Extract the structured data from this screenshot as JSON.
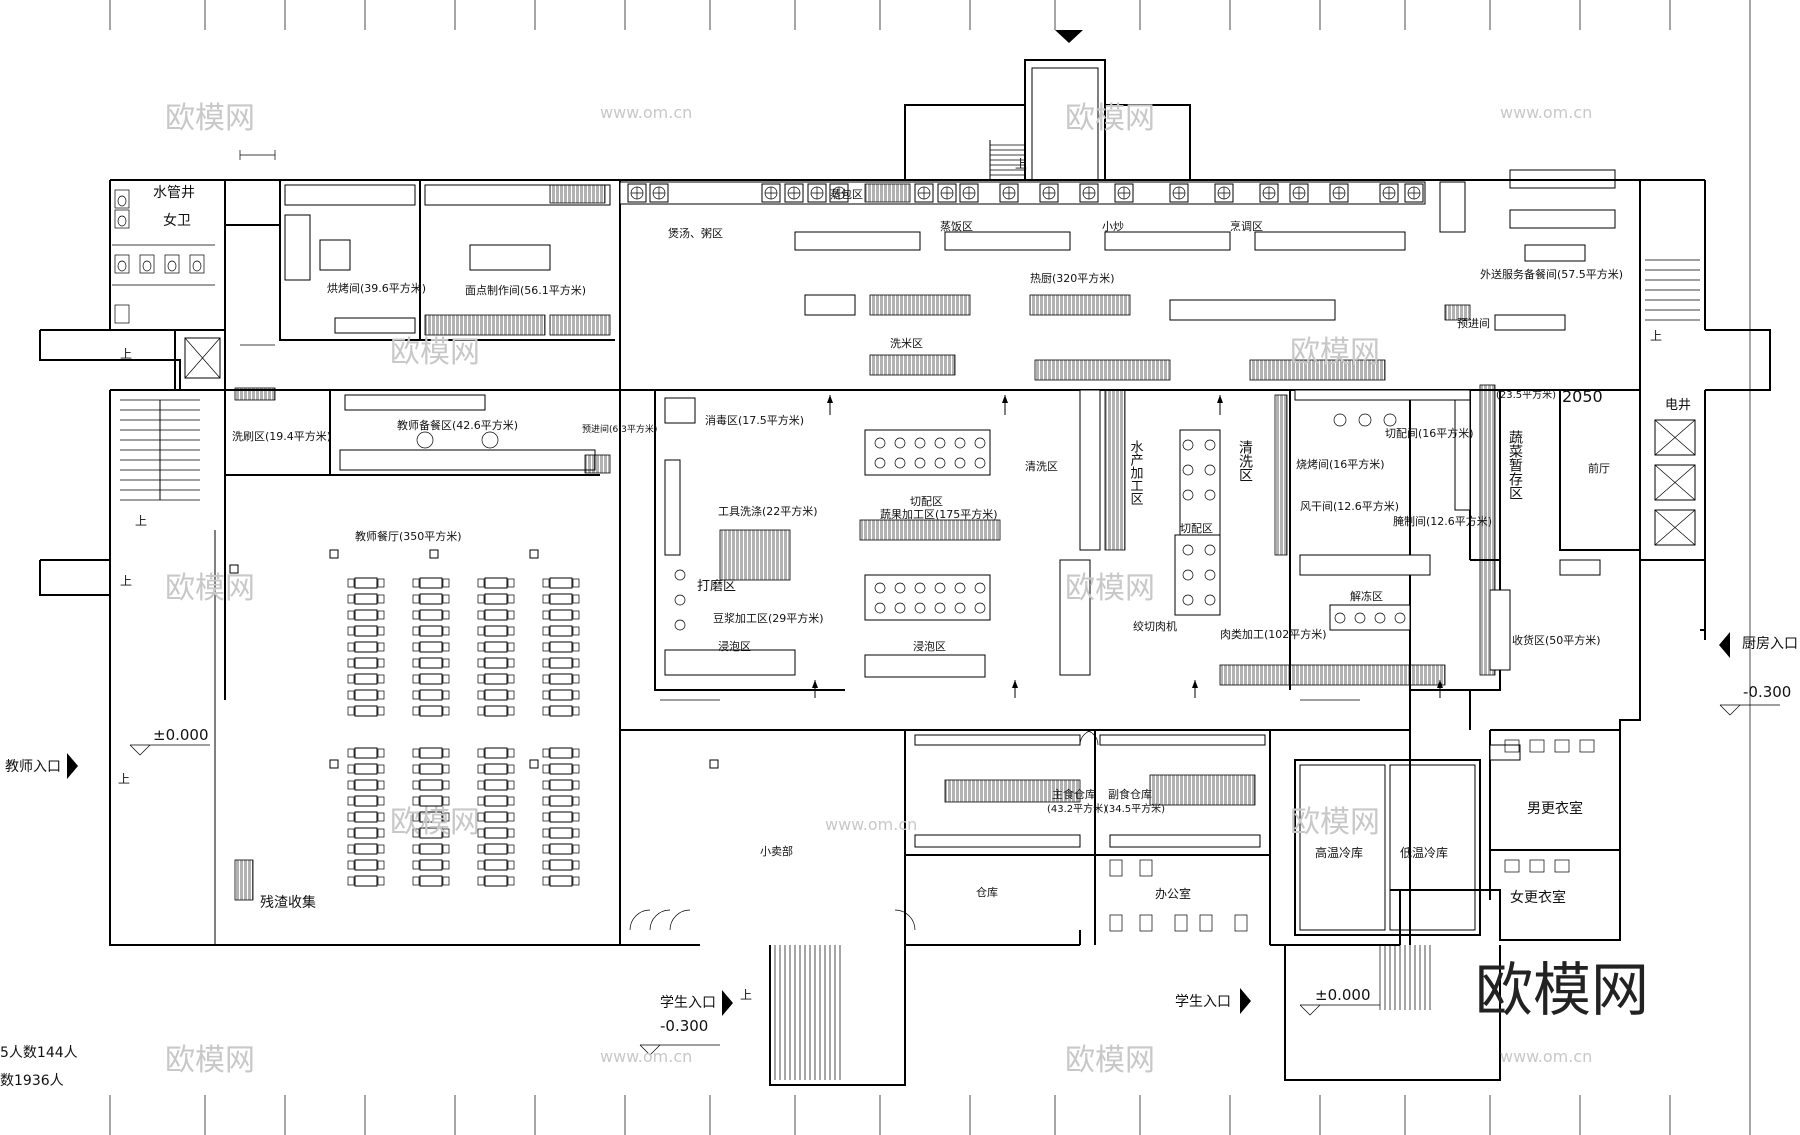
{
  "rooms": {
    "water_well": "水管井",
    "female_wc": "女卫",
    "bakery": "烘烤间(39.6平方米)",
    "pastry": "面点制作间(56.1平方米)",
    "soup_congee": "煲汤、粥区",
    "steam_bun": "蒸包区",
    "steam_rice": "蒸饭区",
    "stir_fry": "小炒",
    "cook_zone": "烹调区",
    "hot_kitchen": "热厨(320平方米)",
    "takeaway_prep": "外送服务备餐间(57.5平方米)",
    "prep_room_small": "预进间",
    "scrub_zone": "洗刷区(19.4平方米)",
    "teacher_prep": "教师备餐区(42.6平方米)",
    "pre_enter": "预进间(6.3平方米)",
    "disinfect": "消毒区(17.5平方米)",
    "tool_wash": "工具洗涤(22平方米)",
    "grind": "打磨区",
    "soy_process": "豆浆加工区(29平方米)",
    "soak_left": "浸泡区",
    "rice_wash": "洗米区",
    "cut_zone": "切配区",
    "veg_fruit": "蔬果加工区(175平方米)",
    "soak_mid": "浸泡区",
    "clean_zone": "清洗区",
    "aquatic": "水产加工区",
    "cut_zone2": "切配区",
    "meat_grinder": "绞切肉机",
    "wash_big": "清洗区",
    "meat_process": "肉类加工(102平方米)",
    "roast": "烧烤间(16平方米)",
    "cut_prep16": "切配间(16平方米)",
    "air_dry": "风干间(12.6平方米)",
    "cure": "腌制间(12.6平方米)",
    "thaw": "解冻区",
    "veg_store": "蔬菜暂存区",
    "veg_store_area": "(23.5平方米)",
    "foyer": "前厅",
    "elec_well": "电井",
    "receive": "收货区(50平方米)",
    "teacher_dining": "教师餐厅(350平方米)",
    "residue": "残渣收集",
    "shop": "小卖部",
    "staple_store": "主食仓库",
    "staple_area": "(43.2平方米)",
    "side_store": "副食仓库",
    "side_area": "(34.5平方米)",
    "warehouse": "仓库",
    "office": "办公室",
    "high_cold": "高温冷库",
    "low_cold": "低温冷库",
    "male_locker": "男更衣室",
    "female_locker": "女更衣室"
  },
  "labels": {
    "teacher_entry": "教师入口",
    "student_entry1": "学生入口",
    "student_entry2": "学生入口",
    "kitchen_entry": "厨房入口",
    "level_zero1": "±0.000",
    "level_zero2": "±0.000",
    "level_neg1": "-0.300",
    "level_neg2": "-0.300",
    "up": "上",
    "dim_2050": "2050",
    "note1": "5人数144人",
    "note2": "数1936人"
  },
  "watermark": {
    "brand": "欧模网",
    "url": "www.om.cn"
  }
}
